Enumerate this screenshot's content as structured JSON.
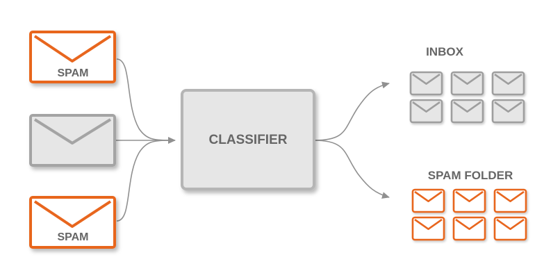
{
  "colors": {
    "spam_accent": "#e8661e",
    "neutral_stroke": "#9e9e9e",
    "box_fill": "#e6e6e6",
    "classifier_border": "#b5b5b5",
    "connector": "#909090",
    "label_gray": "#666666"
  },
  "inputs": [
    {
      "label": "SPAM",
      "kind": "spam",
      "icon": "envelope-icon"
    },
    {
      "label": "",
      "kind": "normal",
      "icon": "envelope-icon"
    },
    {
      "label": "SPAM",
      "kind": "spam",
      "icon": "envelope-icon"
    }
  ],
  "classifier": {
    "label": "CLASSIFIER"
  },
  "outputs": {
    "inbox": {
      "label": "INBOX",
      "count": 6,
      "kind": "normal",
      "icon": "envelope-icon"
    },
    "spam_folder": {
      "label": "SPAM FOLDER",
      "count": 6,
      "kind": "spam",
      "icon": "envelope-icon"
    }
  }
}
